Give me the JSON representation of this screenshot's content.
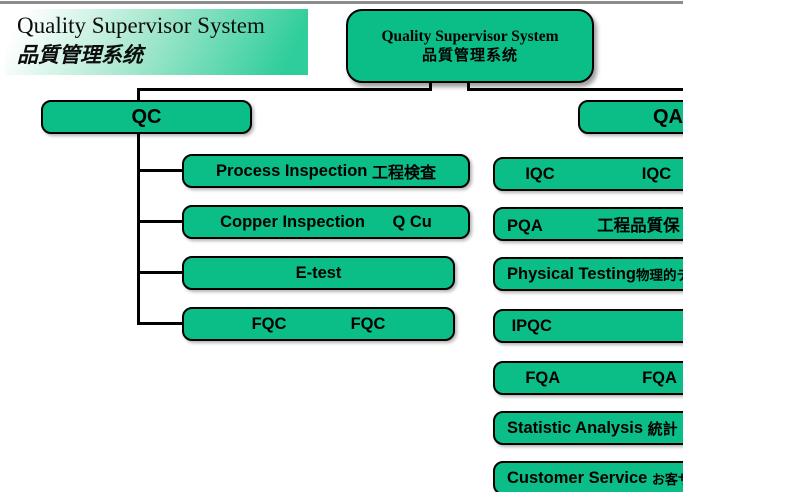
{
  "colors": {
    "box_green": "#0bbd87",
    "banner_gradient_end": "#2fcd9b",
    "connector": "#000000",
    "top_rule": "#8c8c8c"
  },
  "banner": {
    "title": "Quality Supervisor System",
    "subtitle": "品質管理系统"
  },
  "root_box": {
    "title": "Quality Supervisor System",
    "subtitle": "品質管理系统"
  },
  "left_branch": {
    "header": "QC",
    "children": [
      {
        "text": "Process Inspection ",
        "suffix": "工程検査"
      },
      {
        "text": "Copper Inspection      Q Cu",
        "suffix": ""
      },
      {
        "text": "E-test",
        "suffix": ""
      },
      {
        "text": "FQC              FQC",
        "suffix": ""
      }
    ]
  },
  "right_branch": {
    "header": "QA",
    "children": [
      {
        "text": "    IQC                   IQC",
        "suffix": ""
      },
      {
        "text": "PQA            工程品質保",
        "suffix": ""
      },
      {
        "text": "Physical Testing",
        "suffix": "物理的テ"
      },
      {
        "text": " IPQC",
        "suffix": ""
      },
      {
        "text": "    FQA                  FQA",
        "suffix": ""
      },
      {
        "text": "Statistic Analysis ",
        "suffix": "統計"
      },
      {
        "text": "Customer Service ",
        "suffix": "お客サ"
      }
    ]
  }
}
